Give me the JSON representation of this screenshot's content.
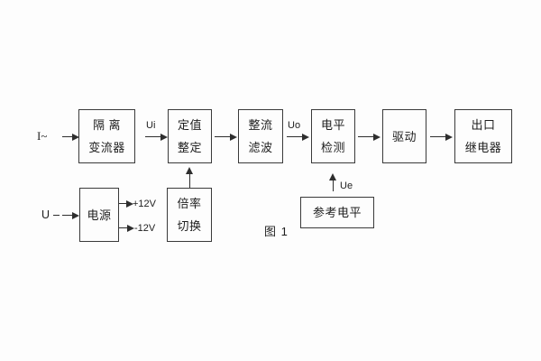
{
  "figure": {
    "caption": "图 1",
    "blocks": {
      "isolation": {
        "line1": "隔 离",
        "line2": "变流器"
      },
      "setting": {
        "line1": "定值",
        "line2": "整定"
      },
      "rectifier_filter": {
        "line1": "整流",
        "line2": "滤波"
      },
      "level_detector": {
        "line1": "电平",
        "line2": "检测"
      },
      "driver": {
        "label": "驱动"
      },
      "output_relay": {
        "line1": "出口",
        "line2": "继电器"
      },
      "power_supply": {
        "label": "电源"
      },
      "ratio_switch": {
        "line1": "倍率",
        "line2": "切换"
      },
      "reference_level": {
        "label": "参考电平"
      }
    },
    "signals": {
      "input_current": "I~",
      "input_voltage": "U",
      "ui": "Ui",
      "uo": "Uo",
      "ue": "Ue",
      "plus_12v": "+12V",
      "minus_12v": "-12V"
    }
  }
}
